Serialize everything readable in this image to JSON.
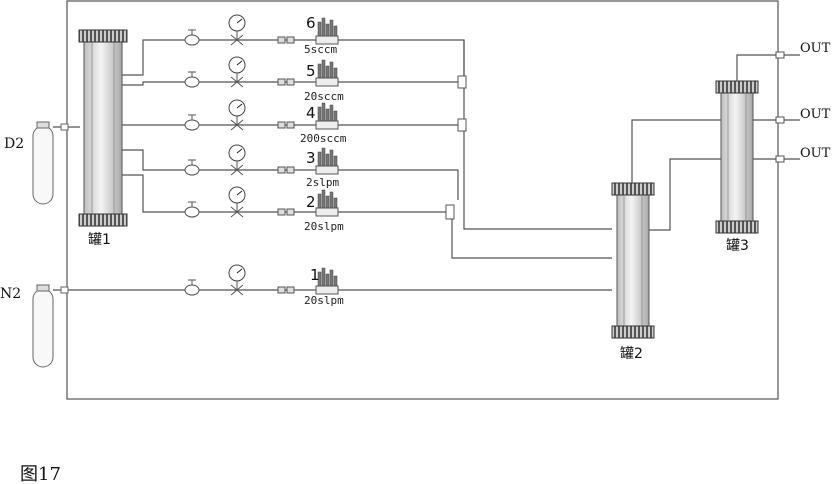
{
  "figure": {
    "caption": "图17"
  },
  "gases": {
    "d2": "D2",
    "n2": "N2"
  },
  "tanks": {
    "t1": "罐1",
    "t2": "罐2",
    "t3": "罐3"
  },
  "outlets": [
    "OUT",
    "OUT",
    "OUT"
  ],
  "controllers": [
    {
      "num": "6",
      "rate": "5sccm"
    },
    {
      "num": "5",
      "rate": "20sccm"
    },
    {
      "num": "4",
      "rate": "200sccm"
    },
    {
      "num": "3",
      "rate": "2slpm"
    },
    {
      "num": "2",
      "rate": "20slpm"
    },
    {
      "num": "1",
      "rate": "20slpm"
    }
  ]
}
